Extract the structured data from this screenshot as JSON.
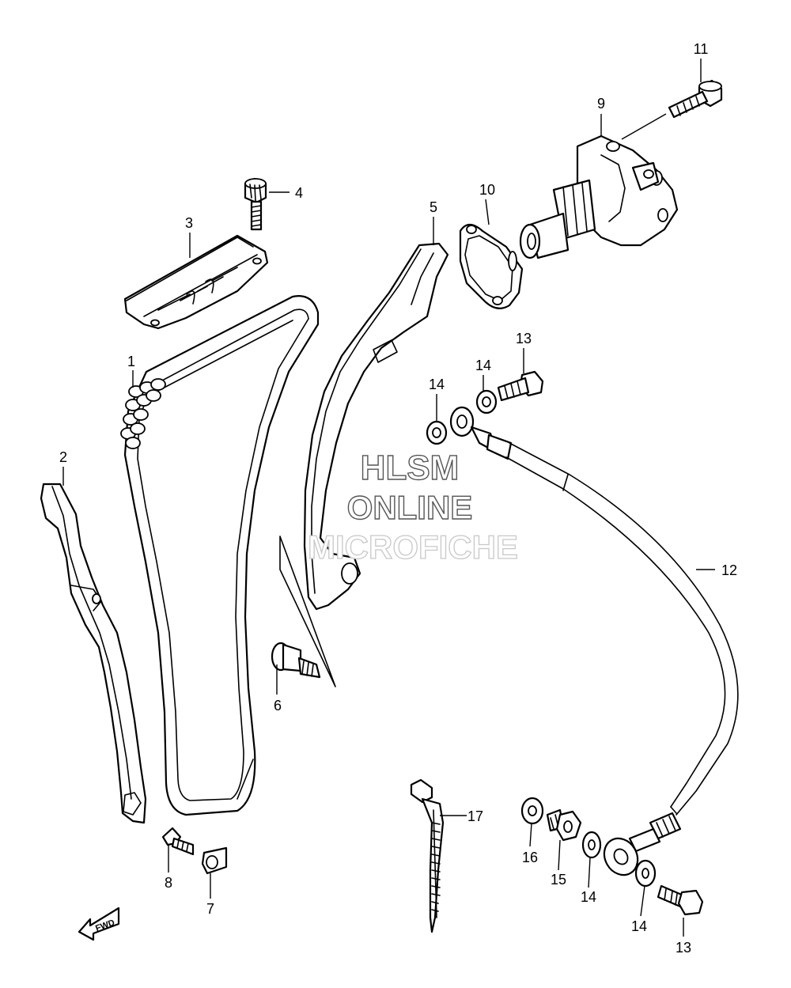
{
  "watermark": {
    "line1": "HLSM",
    "line2": "ONLINE",
    "line3": "MICROFICHE"
  },
  "fwd_arrow": {
    "label": "FWD"
  },
  "callouts": {
    "c1": "1",
    "c2": "2",
    "c3": "3",
    "c4": "4",
    "c5": "5",
    "c6": "6",
    "c7": "7",
    "c8": "8",
    "c9": "9",
    "c10": "10",
    "c11": "11",
    "c12": "12",
    "c13a": "13",
    "c13b": "13",
    "c14a": "14",
    "c14b": "14",
    "c14c": "14",
    "c14d": "14",
    "c15": "15",
    "c16": "16",
    "c17": "17"
  }
}
